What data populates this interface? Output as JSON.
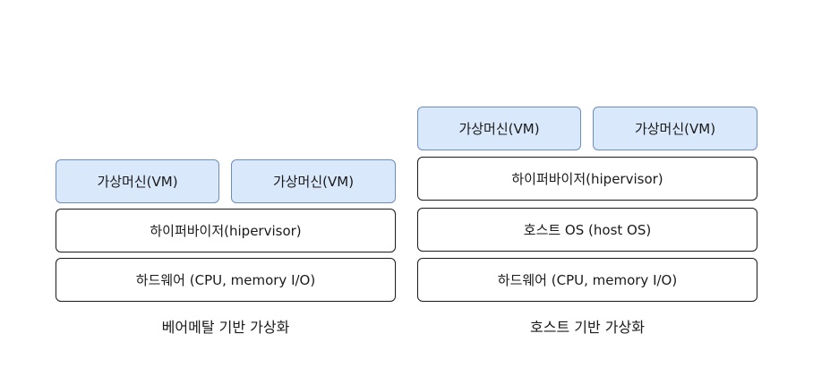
{
  "bare_metal": {
    "vm1": "가상머신(VM)",
    "vm2": "가상머신(VM)",
    "hypervisor": "하이퍼바이저(hipervisor)",
    "hardware": "하드웨어 (CPU, memory I/O)",
    "caption": "베어메탈 기반 가상화"
  },
  "host_based": {
    "vm1": "가상머신(VM)",
    "vm2": "가상머신(VM)",
    "hypervisor": "하이퍼바이저(hipervisor)",
    "host_os": "호스트 OS (host OS)",
    "hardware": "하드웨어 (CPU, memory I/O)",
    "caption": "호스트 기반 가상화"
  },
  "colors": {
    "vm_fill": "#dae8fc",
    "vm_border": "#6c8ebf",
    "box_border": "#1a1a1a"
  }
}
